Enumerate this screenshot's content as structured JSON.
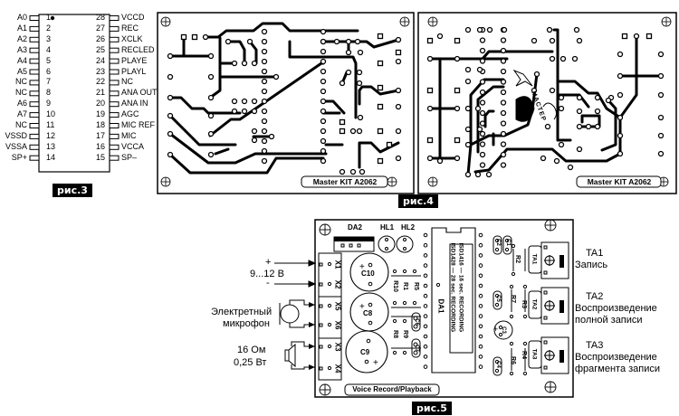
{
  "fig3": {
    "caption": "рис.3",
    "left_pins": [
      {
        "num": "1",
        "name": "A0"
      },
      {
        "num": "2",
        "name": "A1"
      },
      {
        "num": "3",
        "name": "A2"
      },
      {
        "num": "4",
        "name": "A3"
      },
      {
        "num": "5",
        "name": "A4"
      },
      {
        "num": "6",
        "name": "A5"
      },
      {
        "num": "7",
        "name": "NC"
      },
      {
        "num": "8",
        "name": "NC"
      },
      {
        "num": "9",
        "name": "A6"
      },
      {
        "num": "10",
        "name": "A7"
      },
      {
        "num": "11",
        "name": "NC"
      },
      {
        "num": "12",
        "name": "VSSD"
      },
      {
        "num": "13",
        "name": "VSSA"
      },
      {
        "num": "14",
        "name": "SP+"
      }
    ],
    "right_pins": [
      {
        "num": "28",
        "name": "VCCD"
      },
      {
        "num": "27",
        "name": "REC"
      },
      {
        "num": "26",
        "name": "XCLK"
      },
      {
        "num": "25",
        "name": "RECLED"
      },
      {
        "num": "24",
        "name": "PLAYE"
      },
      {
        "num": "23",
        "name": "PLAYL"
      },
      {
        "num": "22",
        "name": "NC"
      },
      {
        "num": "21",
        "name": "ANA OUT"
      },
      {
        "num": "20",
        "name": "ANA IN"
      },
      {
        "num": "19",
        "name": "AGC"
      },
      {
        "num": "18",
        "name": "MIC REF"
      },
      {
        "num": "17",
        "name": "MIC"
      },
      {
        "num": "16",
        "name": "VCCA"
      },
      {
        "num": "15",
        "name": "SP–"
      }
    ]
  },
  "fig4": {
    "caption": "рис.4",
    "board_label_left": "Master KIT A2062",
    "board_label_right": "Master KIT A2062",
    "logo_text": "МАСТЕР"
  },
  "fig5": {
    "caption": "рис.5",
    "board_label": "Voice Record/Playback",
    "components": {
      "da2": "DA2",
      "hl1": "HL1",
      "hl2": "HL2",
      "x1": "X1",
      "x2": "X2",
      "x5": "X5",
      "x6": "X6",
      "x3": "X3",
      "x4": "X4",
      "c10": "C10",
      "c8": "C8",
      "c9": "C9",
      "r10": "R10",
      "r1": "R1",
      "r5": "R5",
      "r8": "R8",
      "r9": "R9",
      "c6": "C6",
      "c7": "C7",
      "da1": "DA1",
      "chip_line1": "ISD1416 — 16 sec. RECORDING",
      "chip_line2": "ISD1428 — 28 sec. RECORDING",
      "c1": "C1",
      "c2": "C2",
      "r2": "R2",
      "r7": "R7",
      "r3": "R3",
      "c5": "C5",
      "c3": "C3",
      "r6": "R6",
      "r4": "R4",
      "c4": "C4",
      "ta1": "TA1",
      "ta2": "TA2",
      "ta3": "TA3"
    },
    "annotations": {
      "power_plus": "+",
      "power_voltage": "9...12 В",
      "power_minus": "-",
      "mic_line1": "Электретный",
      "mic_line2": "микрофон",
      "spk_line1": "16 Ом",
      "spk_line2": "0,25 Вт",
      "ta1_title": "TA1",
      "ta1_desc": "Запись",
      "ta2_title": "TA2",
      "ta2_desc1": "Воспроизведение",
      "ta2_desc2": "полной записи",
      "ta3_title": "TA3",
      "ta3_desc1": "Воспроизведение",
      "ta3_desc2": "фрагмента записи"
    }
  }
}
